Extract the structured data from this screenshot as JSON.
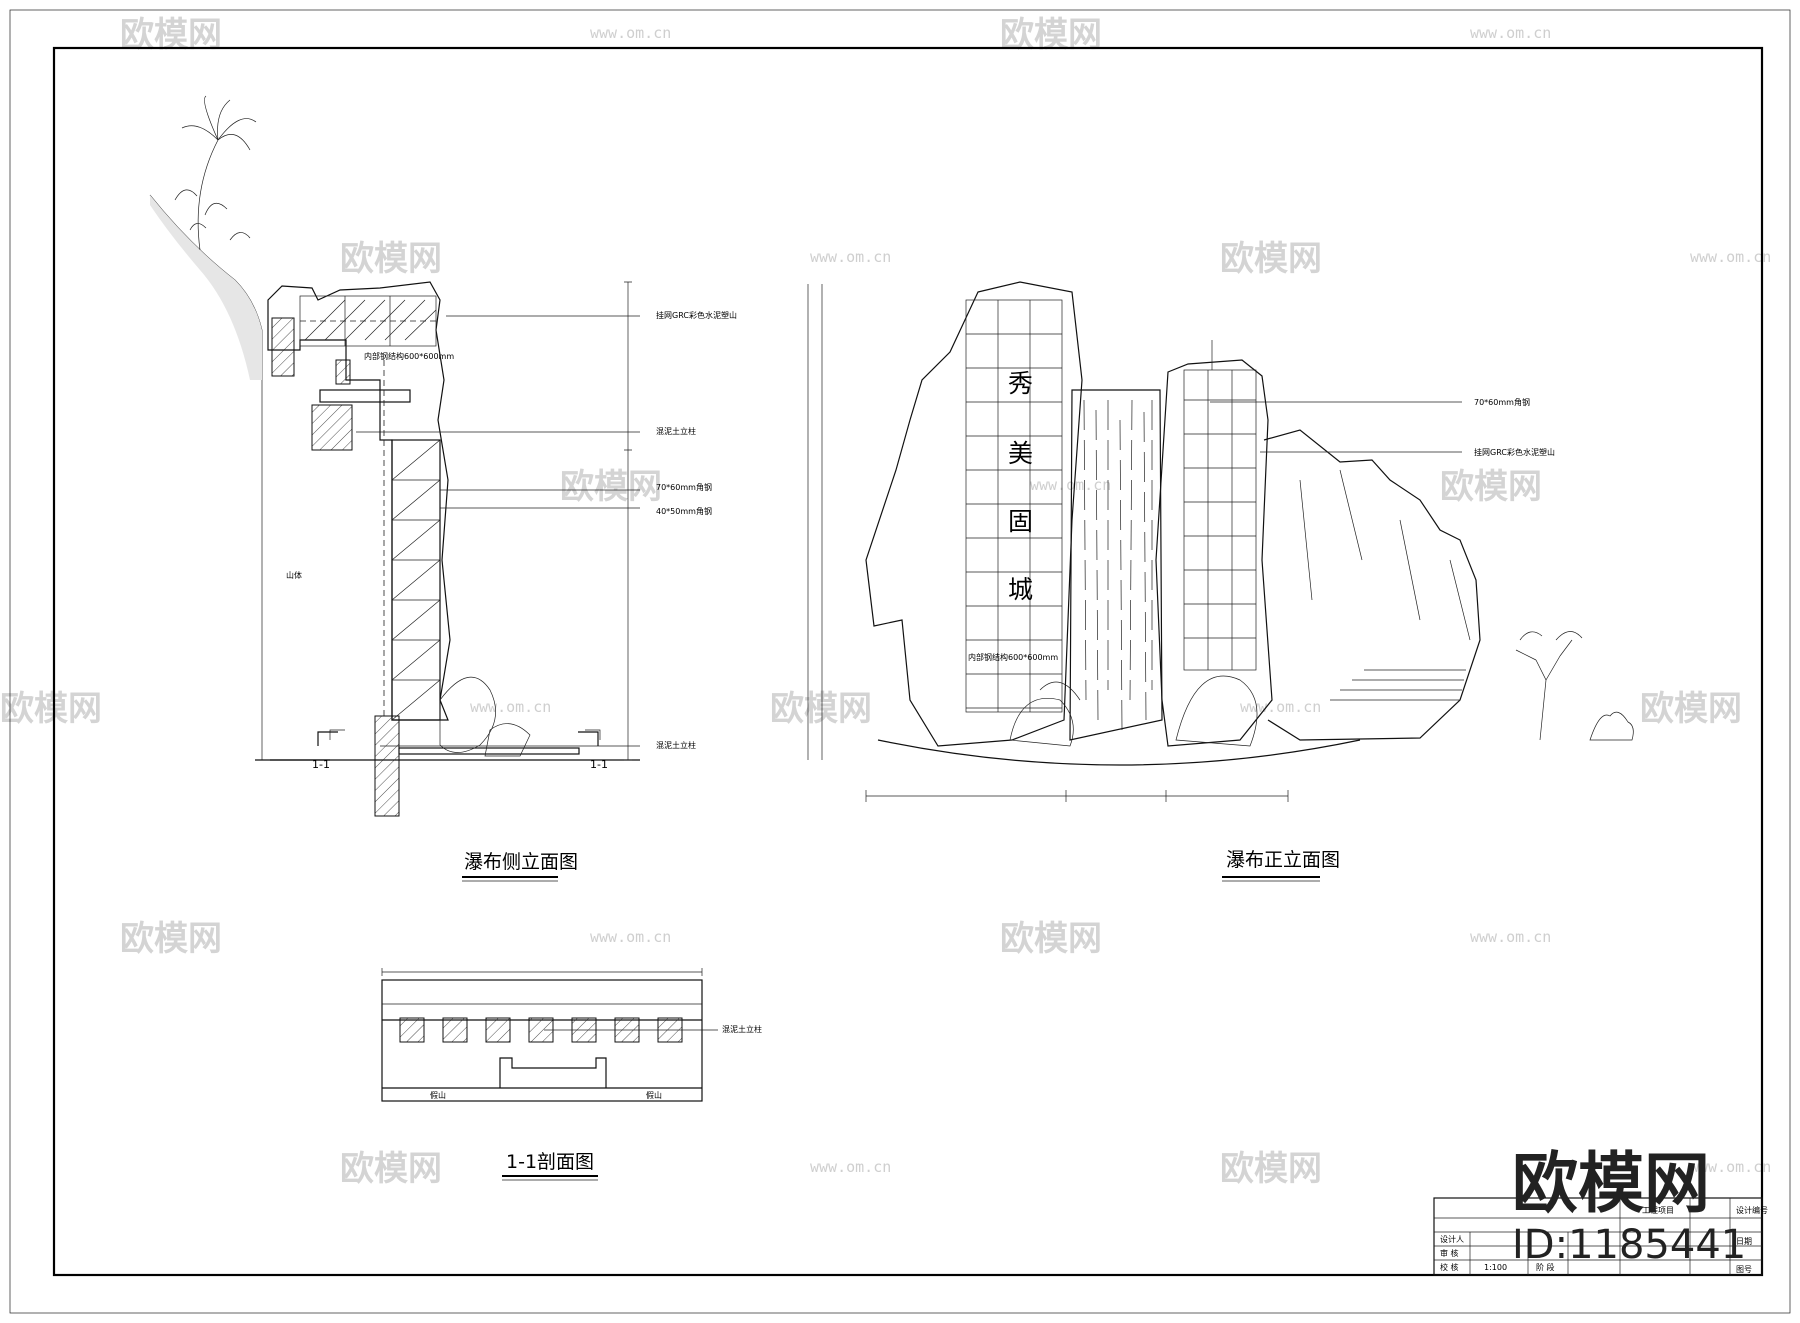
{
  "watermark": {
    "brand": "欧模网",
    "url": "www.om.cn",
    "big_brand": "欧模网",
    "id_label": "ID:1185441"
  },
  "side_elevation": {
    "title": "瀑布侧立面图",
    "annotations": {
      "grc_rockery": "挂网GRC彩色水泥塑山",
      "inner_steel": "内部钢结构600*600mm",
      "column_upper": "混泥土立柱",
      "angle_steel_70": "70*60mm角钢",
      "angle_steel_40": "40*50mm角钢",
      "column_lower": "混泥土立柱",
      "mountain": "山体"
    },
    "section_marks": [
      "1-1",
      "1-1"
    ]
  },
  "front_elevation": {
    "title": "瀑布正立面图",
    "characters": [
      "秀",
      "美",
      "固",
      "城"
    ],
    "annotations": {
      "angle_steel_70": "70*60mm角钢",
      "grc_rockery": "挂网GRC彩色水泥塑山",
      "inner_steel": "内部钢结构600*600mm"
    }
  },
  "section": {
    "title": "1-1剖面图",
    "column_label": "混泥土立柱",
    "left_label": "假山",
    "right_label": "假山"
  },
  "title_block": {
    "project_label": "工程项目",
    "designer": "设计人",
    "reviewer": "审  核",
    "checker": "校  核",
    "scale": "1:100",
    "stage": "阶  段",
    "drawing_no": "设计编号",
    "date": "日期",
    "drawing": "图号"
  }
}
